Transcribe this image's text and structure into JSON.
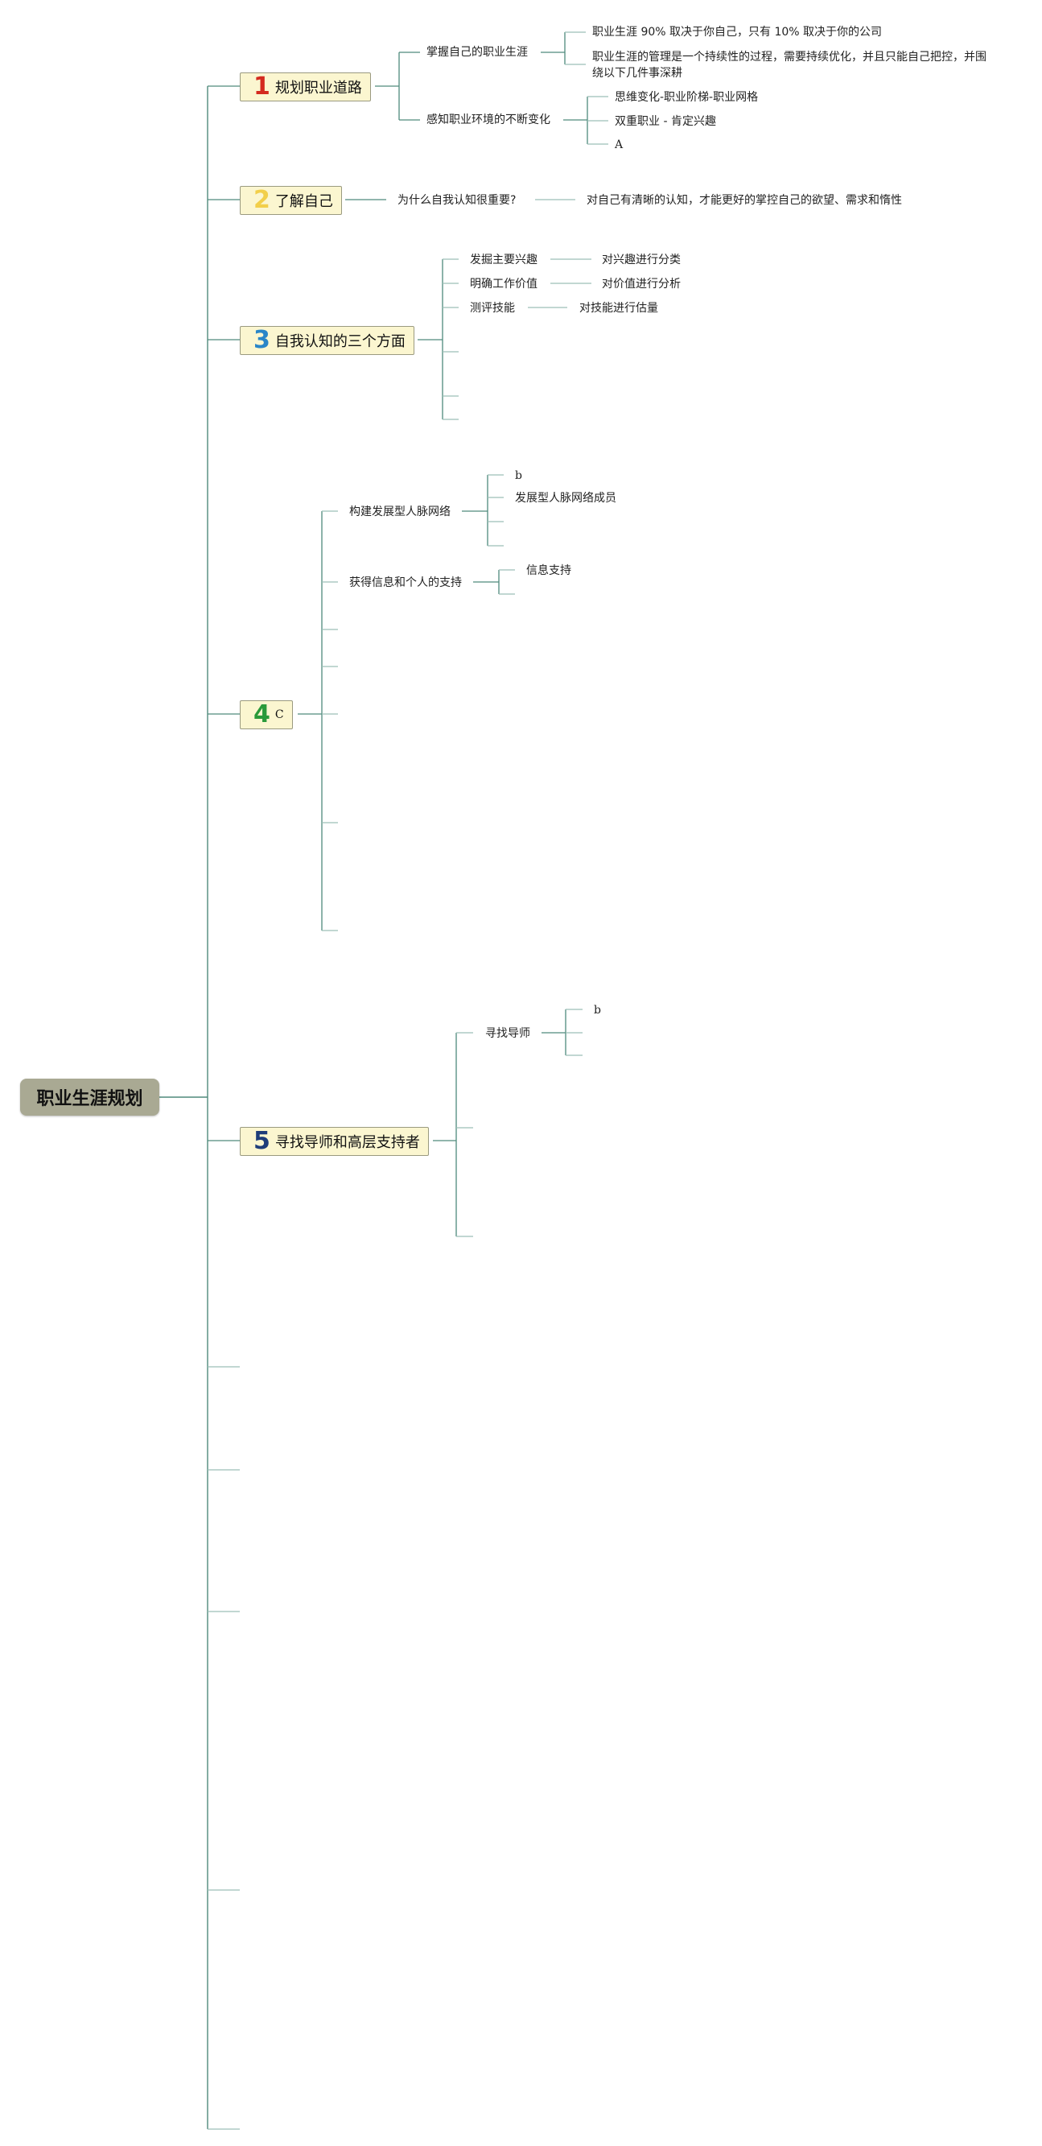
{
  "root": {
    "label": "职业生涯规划"
  },
  "branches": [
    {
      "num": "1",
      "label": "规划职业道路",
      "children": [
        {
          "label": "掌握自己的职业生涯",
          "children": [
            "职业生涯 90% 取决于你自己，只有 10% 取决于你的公司",
            "职业生涯的管理是一个持续性的过程，需要持续优化，并且只能自己把控，并围绕以下几件事深耕"
          ]
        },
        {
          "label": "感知职业环境的不断变化",
          "children": [
            "思维变化-职业阶梯-职业网格",
            "双重职业 - 肯定兴趣",
            "A"
          ]
        }
      ]
    },
    {
      "num": "2",
      "label": "了解自己",
      "children": [
        {
          "label": "为什么自我认知很重要?",
          "children": [
            "对自己有清晰的认知，才能更好的掌控自己的欲望、需求和惰性"
          ]
        }
      ]
    },
    {
      "num": "3",
      "label": "自我认知的三个方面",
      "children": [
        {
          "label": "发掘主要兴趣",
          "children": [
            "对兴趣进行分类"
          ]
        },
        {
          "label": "明确工作价值",
          "children": [
            "对价值进行分析"
          ]
        },
        {
          "label": "测评技能",
          "children": [
            "对技能进行估量"
          ]
        }
      ]
    },
    {
      "num": "4",
      "label": "C",
      "children": [
        {
          "label": "构建发展型人脉网络",
          "children": [
            "b",
            "发展型人脉网络成员"
          ]
        },
        {
          "label": "获得信息和个人的支持",
          "children": [
            "信息支持"
          ]
        }
      ]
    },
    {
      "num": "5",
      "label": "寻找导师和高层支持者",
      "children": [
        {
          "label": "寻找导师",
          "children": [
            "b"
          ]
        }
      ]
    }
  ],
  "colors": {
    "line": "#4f8a7c",
    "lineLight": "#9cbfb6",
    "nodeFill": "#fbf6d0",
    "rootFill": "#a9a993"
  }
}
